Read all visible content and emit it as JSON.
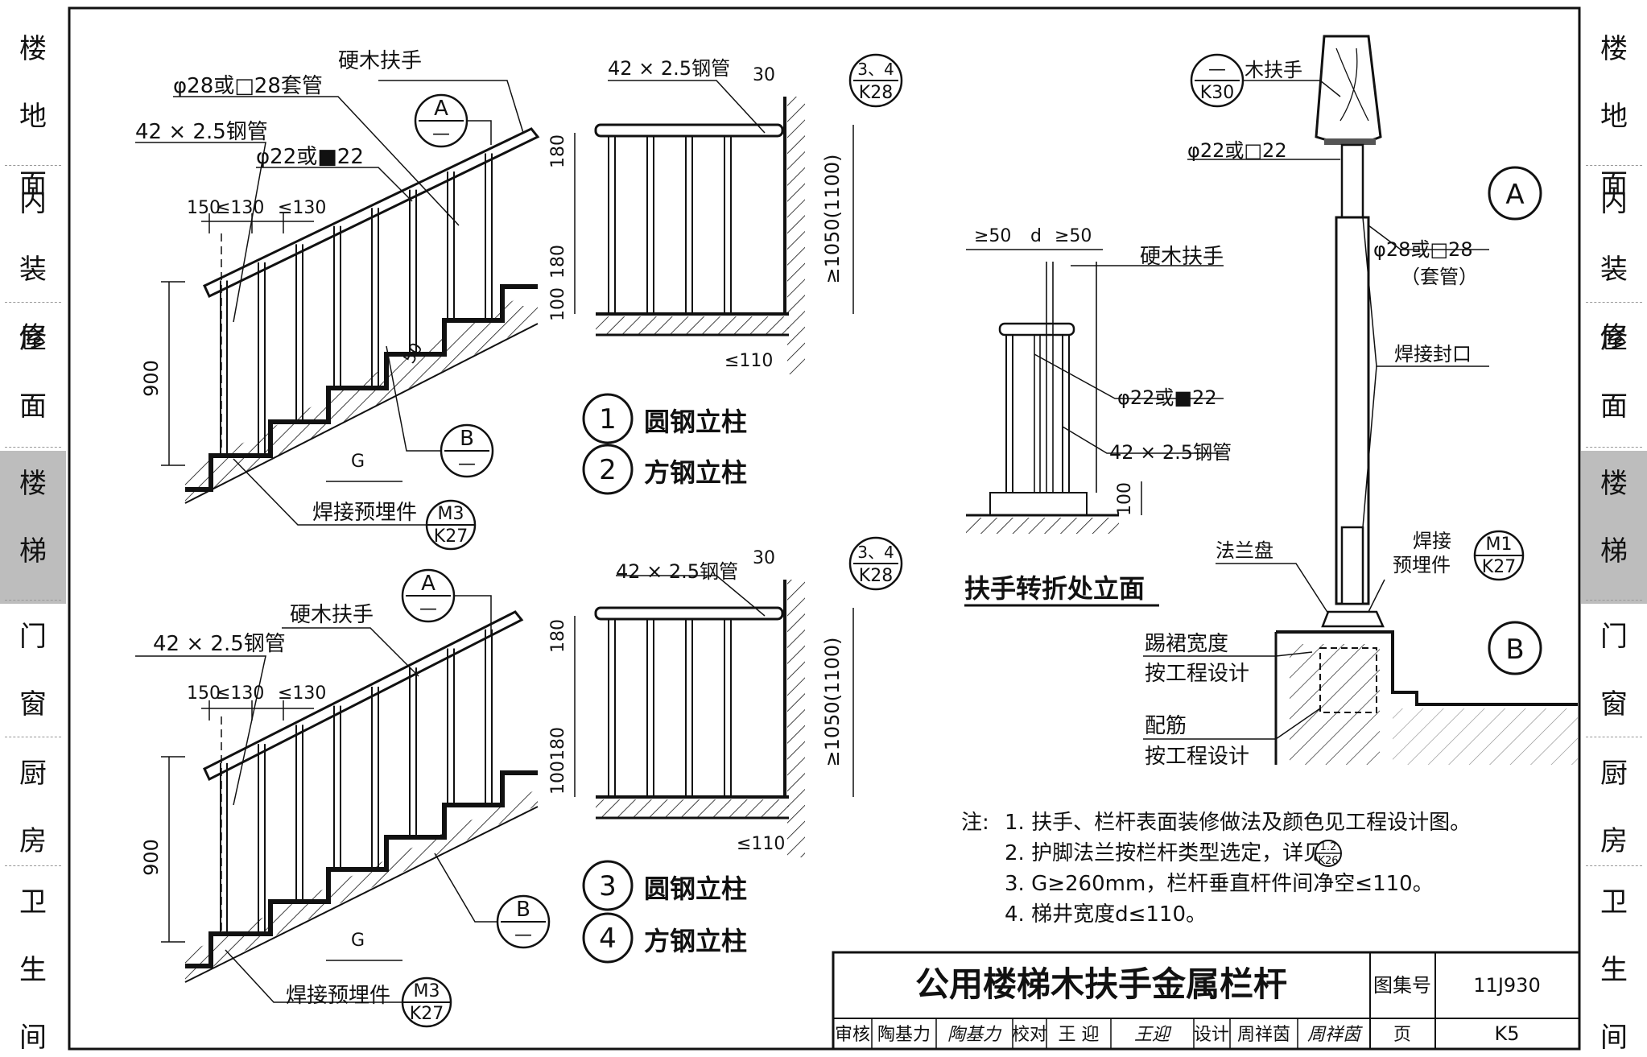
{
  "sidebar": {
    "groups": [
      {
        "chars": [
          "楼",
          "地",
          "面"
        ],
        "active": false
      },
      {
        "chars": [
          "内",
          "装",
          "修"
        ],
        "active": false
      },
      {
        "chars": [
          "屋",
          "面"
        ],
        "active": false
      },
      {
        "chars": [
          "楼",
          "梯"
        ],
        "active": true
      },
      {
        "chars": [
          "门",
          "窗"
        ],
        "active": false
      },
      {
        "chars": [
          "厨",
          "房"
        ],
        "active": false
      },
      {
        "chars": [
          "卫",
          "生",
          "间"
        ],
        "active": false
      }
    ]
  },
  "labels": {
    "hardwood_handrail": "硬木扶手",
    "sleeve": "φ28或□28套管",
    "steel_pipe": "42 × 2.5钢管",
    "baluster": "φ22或■22",
    "baluster_open": "φ22或□22",
    "weld_embed": "焊接预埋件",
    "wood_handrail": "木扶手",
    "sleeve_a": "φ28或□28",
    "sleeve_b": "（套管）",
    "weld_seal": "焊接封口",
    "flange": "法兰盘",
    "weld": "焊接",
    "embed": "预埋件",
    "kick_w1": "踢裙宽度",
    "kick_w2": "按工程设计",
    "rebar1": "配筋",
    "rebar2": "按工程设计",
    "turn_title": "扶手转折处立面"
  },
  "dims": {
    "d150": "150",
    "d130a": "≤130",
    "d130b": "≤130",
    "d900": "900",
    "d180": "180",
    "d100": "100",
    "d10180": "100180",
    "d1050": "≥1050(1100)",
    "d30": "30",
    "d110": "≤110",
    "d50": "50",
    "dG": "G",
    "dge50a": "≥50",
    "dd": "d",
    "dge50b": "≥50"
  },
  "refs": {
    "A": "A",
    "B": "B",
    "dash": "—",
    "k28": "K28",
    "k28top": "3、4",
    "k27": "K27",
    "m3": "M3",
    "m1": "M1",
    "k30": "K30"
  },
  "captions": [
    {
      "num": "1",
      "text": "圆钢立柱"
    },
    {
      "num": "2",
      "text": "方钢立柱"
    },
    {
      "num": "3",
      "text": "圆钢立柱"
    },
    {
      "num": "4",
      "text": "方钢立柱"
    }
  ],
  "notes": {
    "prefix": "注:",
    "n1": "1.  扶手、栏杆表面装修做法及颜色见工程设计图。",
    "n2": "2.  护脚法兰按栏杆类型选定，详见",
    "n2ref_top": "1.2",
    "n2ref_bot": "K26",
    "n3": "3.  G≥260mm，栏杆垂直杆件间净空≤110。",
    "n4": "4.  梯井宽度d≤110。"
  },
  "titleblock": {
    "title": "公用楼梯木扶手金属栏杆",
    "atlas_label": "图集号",
    "atlas_no": "11J930",
    "review_label": "审核",
    "reviewer": "陶基力",
    "review_sig": "陶基力",
    "check_label": "校对",
    "checker": "王 迎",
    "check_sig": "王迎",
    "design_label": "设计",
    "designer": "周祥茵",
    "design_sig": "周祥茵",
    "page_label": "页",
    "page_no": "K5"
  }
}
